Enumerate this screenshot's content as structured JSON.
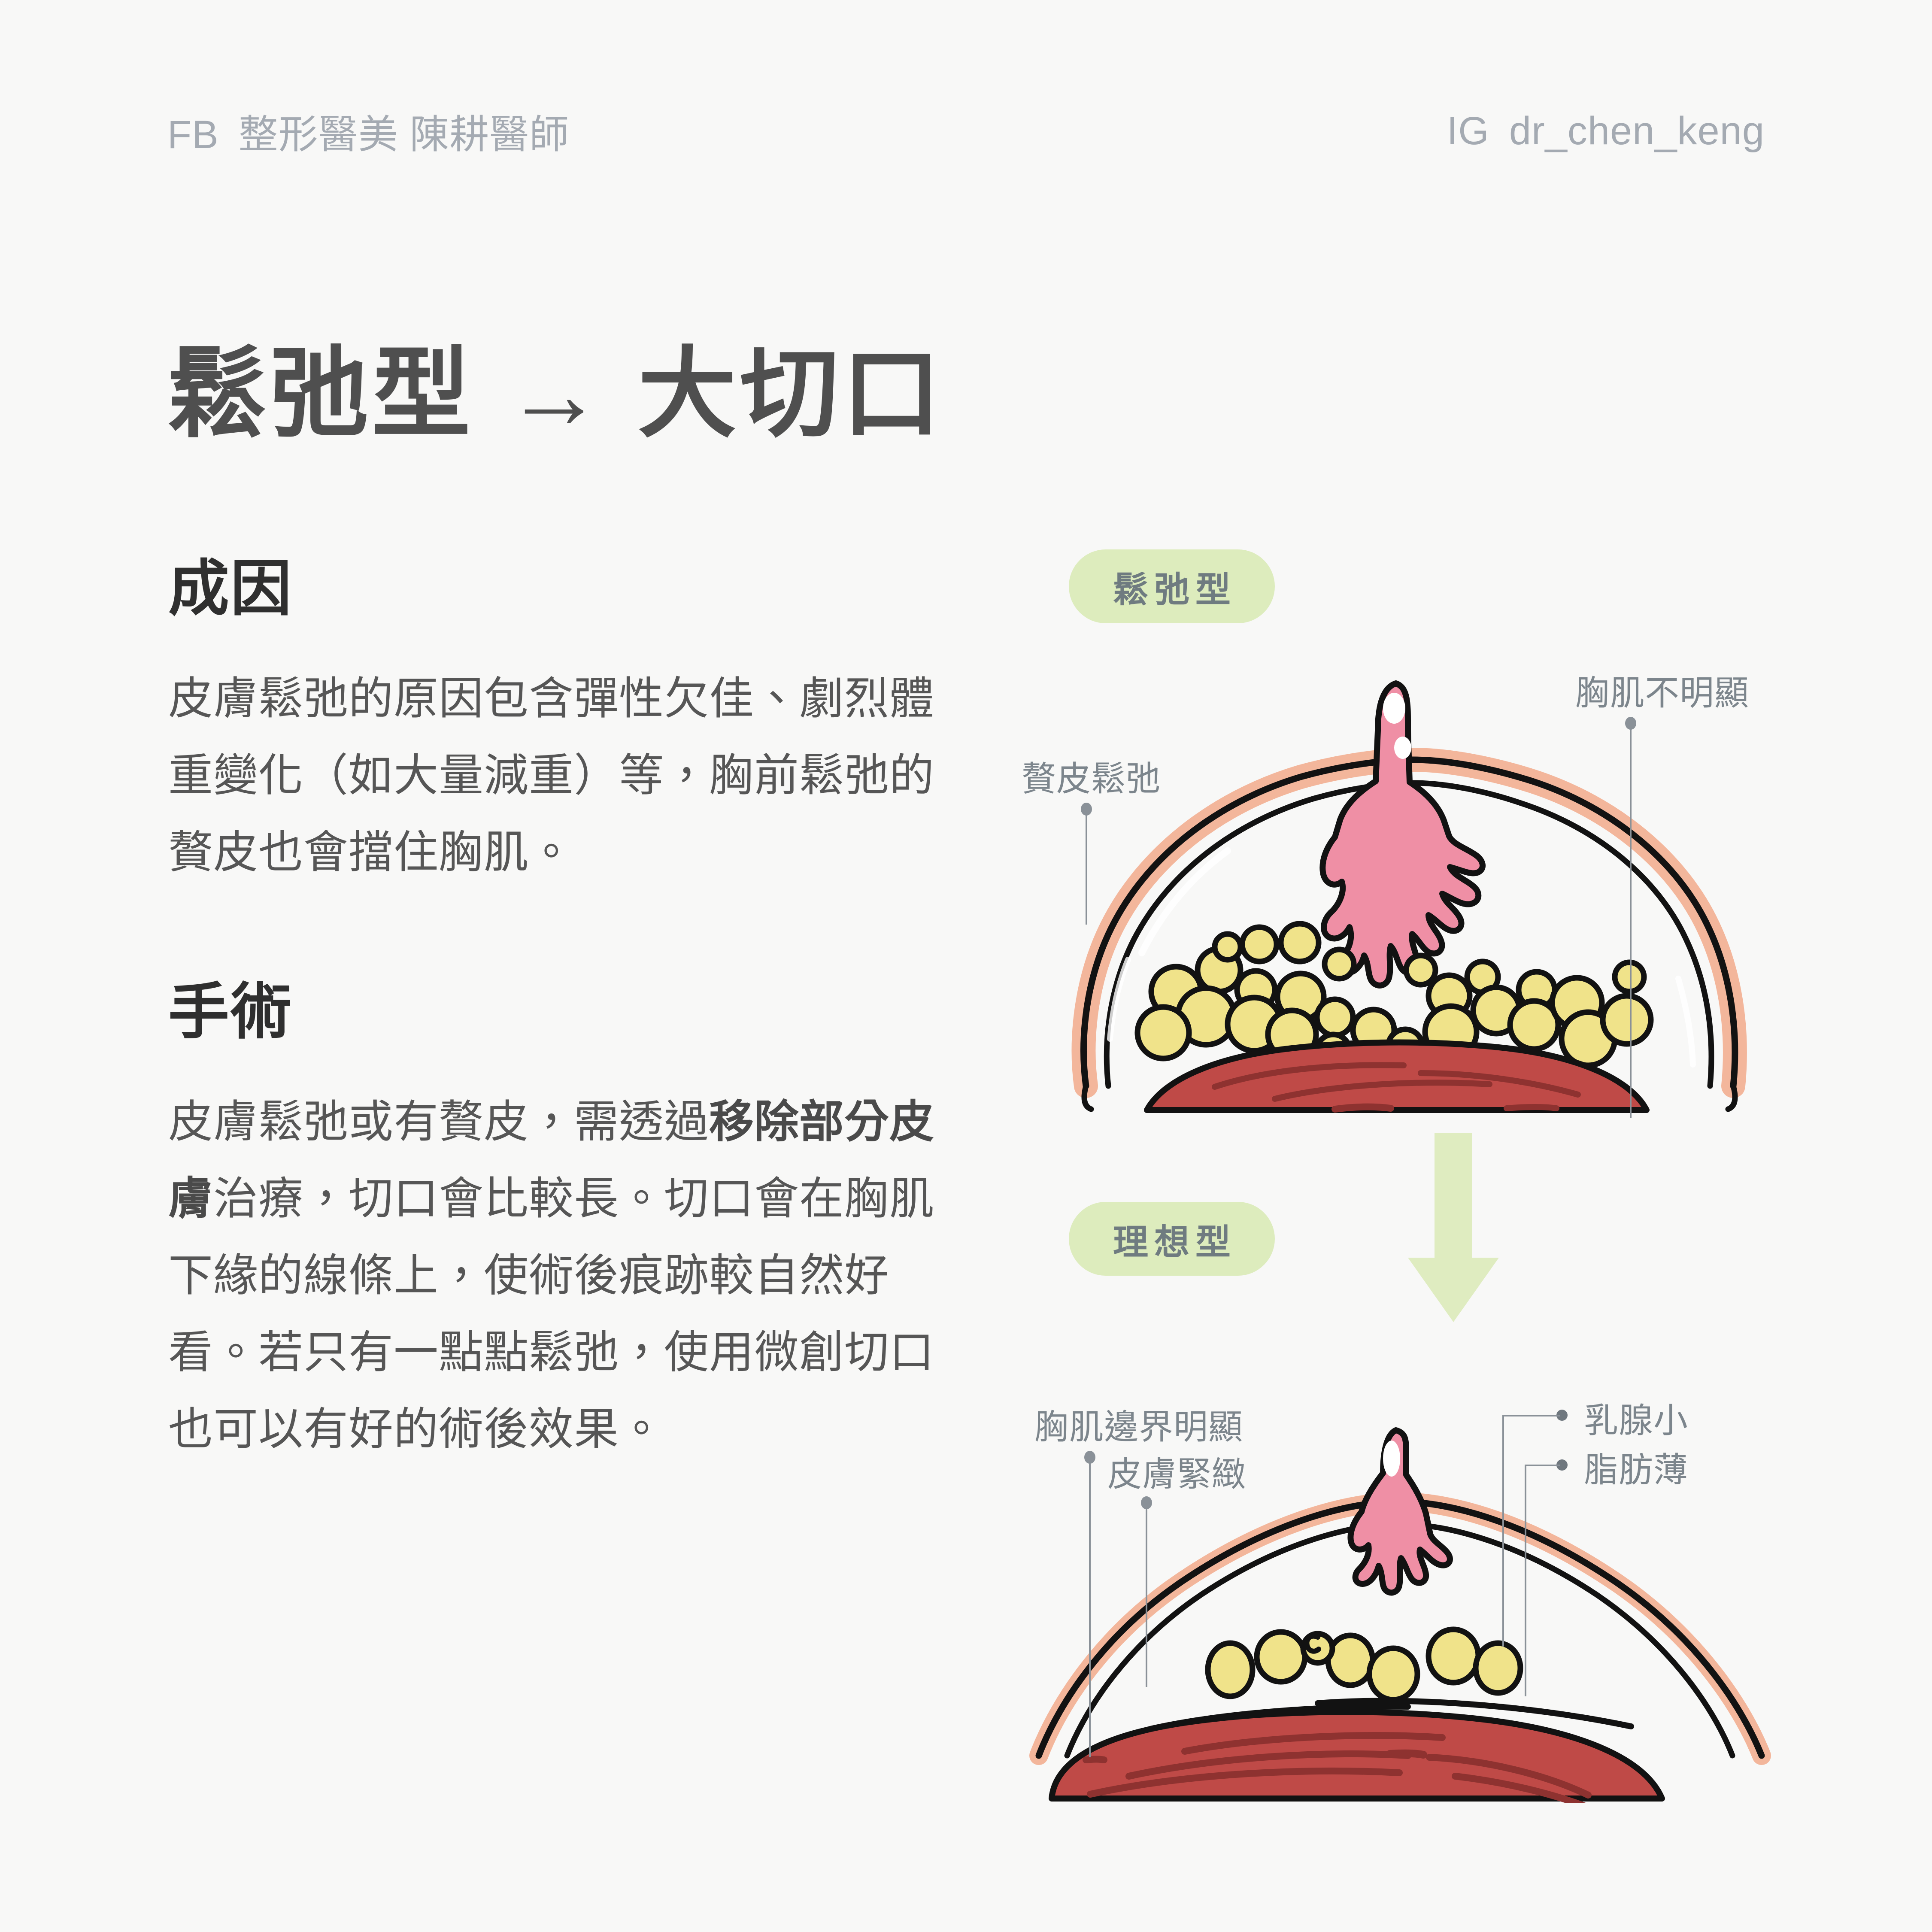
{
  "header": {
    "fb_label": "FB",
    "fb_value": "整形醫美 陳耕醫師",
    "ig_label": "IG",
    "ig_value": "dr_chen_keng"
  },
  "title": "鬆弛型 → 大切口",
  "sections": [
    {
      "heading": "成因",
      "body_before": "皮膚鬆弛的原因包含彈性欠佳、劇烈體重變化（如大量減重）等，胸前鬆弛的贅皮也會擋住胸肌。",
      "body_bold": "",
      "body_after": ""
    },
    {
      "heading": "手術",
      "body_before": "皮膚鬆弛或有贅皮，需透過",
      "body_bold": "移除部分皮膚",
      "body_after": "治療，切口會比較長。切口會在胸肌下緣的線條上，使術後痕跡較自然好看。若只有一點點鬆弛，使用微創切口也可以有好的術後效果。"
    }
  ],
  "diagram": {
    "badge_loose": "鬆弛型",
    "badge_ideal": "理想型",
    "arrow_icon": "arrow-down-icon",
    "annotations_top": [
      {
        "text": "贅皮鬆弛",
        "name": "annotation-loose-skin"
      },
      {
        "text": "胸肌不明顯",
        "name": "annotation-unclear-pectoral"
      }
    ],
    "annotations_bottom": [
      {
        "text": "胸肌邊界明顯",
        "name": "annotation-clear-pectoral-border"
      },
      {
        "text": "皮膚緊緻",
        "name": "annotation-tight-skin"
      },
      {
        "text": "乳腺小",
        "name": "annotation-small-gland"
      },
      {
        "text": "脂肪薄",
        "name": "annotation-thin-fat"
      }
    ]
  },
  "colors": {
    "background": "#f8f8f7",
    "badge_green": "#ddecbd",
    "arrow_green": "#dfecc0",
    "skin_pink": "#f3b69b",
    "gland_pink": "#ef8fa5",
    "fat_yellow": "#f0e38a",
    "muscle_red": "#bf4a47",
    "text_dark": "#4f4f4f",
    "text_muted": "#7c858c",
    "header_gray": "#a4aab2",
    "ink": "#121212"
  }
}
